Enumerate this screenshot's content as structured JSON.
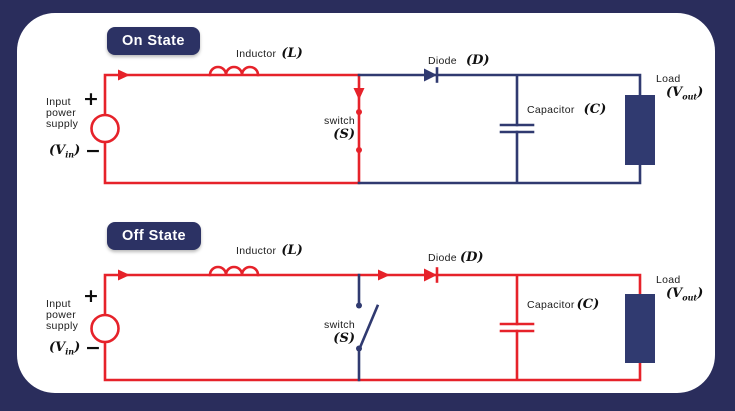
{
  "palette": {
    "background": "#2a2d5c",
    "panel": "#ffffff",
    "wire_red": "#e6222a",
    "wire_navy": "#303a70",
    "badge_bg": "#2c3264",
    "badge_text": "#ffffff",
    "text": "#1b1b1b"
  },
  "circuits": [
    {
      "state_label": "On State",
      "switch_state": "closed",
      "inductor": {
        "name": "Inductor",
        "symbol": "(L)"
      },
      "diode": {
        "name": "Diode",
        "symbol": "(D)"
      },
      "switch": {
        "name": "switch",
        "symbol": "(S)"
      },
      "capacitor": {
        "name": "Capacitor",
        "symbol": "(C)"
      },
      "load": {
        "name": "Load",
        "v_prefix": "(V",
        "v_sub": "out",
        "v_suffix": ")"
      },
      "source": {
        "line1": "Input",
        "line2": "power",
        "line3": "supply",
        "plus": "+",
        "minus": "−",
        "v_prefix": "(V",
        "v_sub": "in",
        "v_suffix": ")"
      }
    },
    {
      "state_label": "Off State",
      "switch_state": "open",
      "inductor": {
        "name": "Inductor",
        "symbol": "(L)"
      },
      "diode": {
        "name": "Diode",
        "symbol": "(D)"
      },
      "switch": {
        "name": "switch",
        "symbol": "(S)"
      },
      "capacitor": {
        "name": "Capacitor",
        "symbol": "(C)"
      },
      "load": {
        "name": "Load",
        "v_prefix": "(V",
        "v_sub": "out",
        "v_suffix": ")"
      },
      "source": {
        "line1": "Input",
        "line2": "power",
        "line3": "supply",
        "plus": "+",
        "minus": "−",
        "v_prefix": "(V",
        "v_sub": "in",
        "v_suffix": ")"
      }
    }
  ]
}
